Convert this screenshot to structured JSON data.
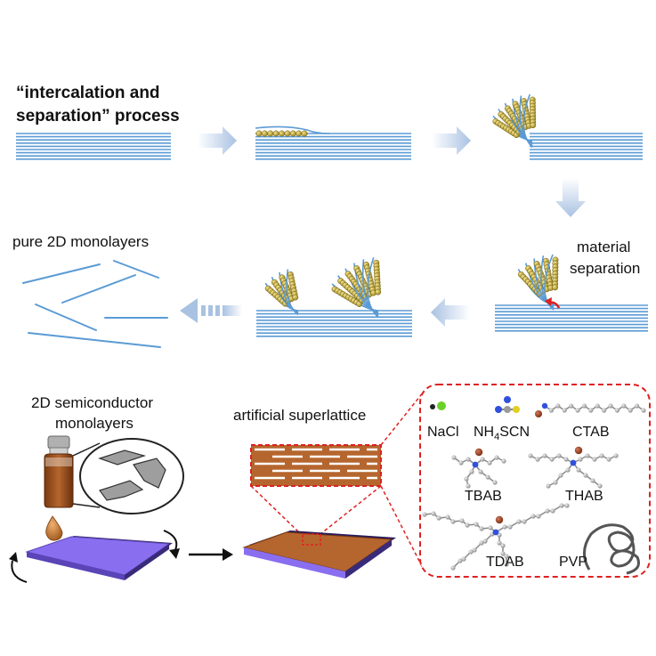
{
  "top": {
    "process_line1": "“intercalation and",
    "process_line2": "separation” process",
    "pure_label": "pure 2D monolayers",
    "material_line1": "material",
    "material_line2": "separation"
  },
  "bottom": {
    "semiconductor_line1": "2D semiconductor",
    "semiconductor_line2": "monolayers",
    "superlattice_label": "artificial superlattice"
  },
  "molecules": {
    "nacl": "NaCl",
    "nh4scn_pre": "NH",
    "nh4scn_sub": "4",
    "nh4scn_post": "SCN",
    "ctab": "CTAB",
    "tbab": "TBAB",
    "thab": "THAB",
    "tdab": "TDAB",
    "pvp": "PVP"
  },
  "colors": {
    "layer_blue": "#5b9bd5",
    "arrow_blue": "#b8cde6",
    "bead_gold": "#b8a034",
    "film_orange": "#b5662e",
    "substrate_purple": "#8a6ef0",
    "dash_red": "#e02020"
  }
}
